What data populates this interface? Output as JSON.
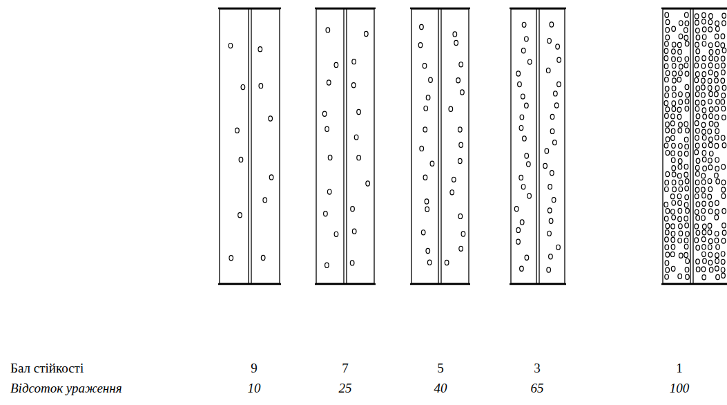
{
  "diagram": {
    "labels": [
      "Бал стійкості",
      "9",
      "7",
      "5",
      "3",
      "1",
      "Відсоток ураження",
      "10",
      "25",
      "40",
      "65",
      "100"
    ]
  }
}
